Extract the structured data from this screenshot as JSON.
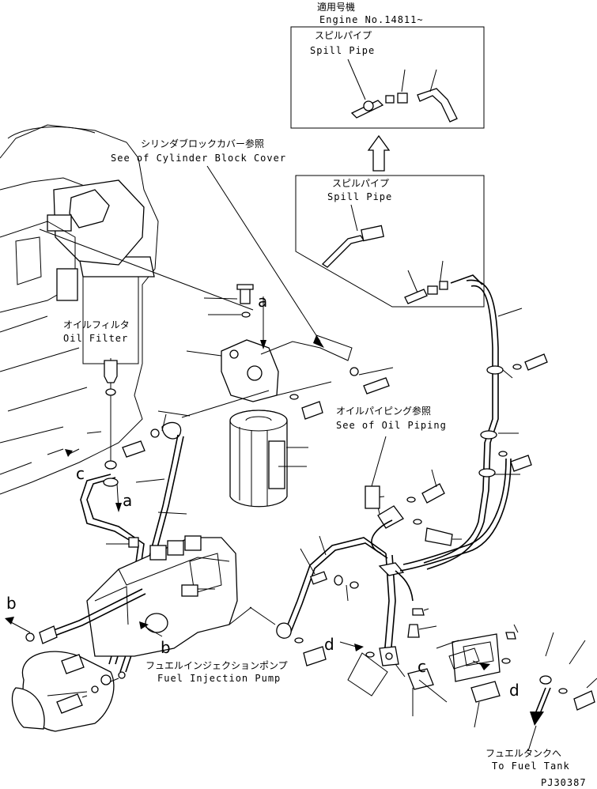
{
  "applicable_box": {
    "title_jp": "適用号機",
    "title_en": "Engine No.14811~",
    "label_jp": "スピルパイプ",
    "label_en": "Spill Pipe"
  },
  "spill_pipe_box": {
    "label_jp": "スピルパイプ",
    "label_en": "Spill Pipe"
  },
  "cylinder_block_cover": {
    "jp": "シリンダブロックカバー参照",
    "en": "See of Cylinder Block Cover"
  },
  "oil_filter": {
    "jp": "オイルフィルタ",
    "en": "Oil Filter"
  },
  "oil_piping": {
    "jp": "オイルパイピング参照",
    "en": "See of Oil Piping"
  },
  "fuel_injection_pump": {
    "jp": "フュエルインジェクションポンプ",
    "en": "Fuel Injection Pump"
  },
  "fuel_tank": {
    "jp": "フュエルタンクへ",
    "en": "To Fuel Tank"
  },
  "ref_letters": {
    "a": "a",
    "b": "b",
    "c": "c",
    "d": "d"
  },
  "drawing_number": "PJ30387"
}
